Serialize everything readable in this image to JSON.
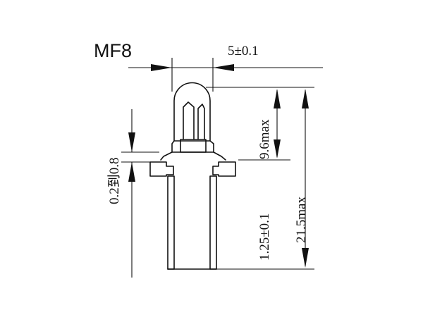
{
  "diagram": {
    "model": "MF8",
    "dimensions": {
      "base_width": "5±0.1",
      "bulb_height": "9.6max",
      "total_height": "21.5max",
      "wire_range": "0.2到0.8",
      "flange_height": "1.25±0.1"
    }
  }
}
